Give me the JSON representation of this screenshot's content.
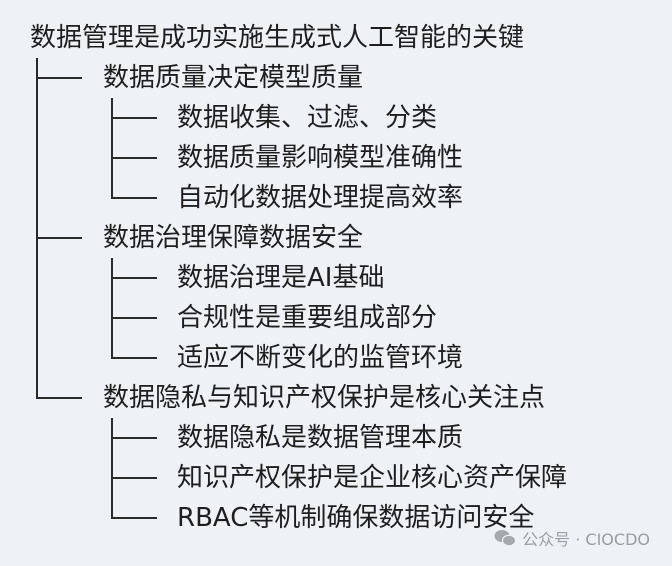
{
  "title": "数据管理是成功实施生成式人工智能的关键",
  "branches": [
    {
      "label": "数据质量决定模型质量",
      "children": [
        "数据收集、过滤、分类",
        "数据质量影响模型准确性",
        "自动化数据处理提高效率"
      ]
    },
    {
      "label": "数据治理保障数据安全",
      "children": [
        "数据治理是AI基础",
        "合规性是重要组成部分",
        "适应不断变化的监管环境"
      ]
    },
    {
      "label": "数据隐私与知识产权保护是核心关注点",
      "children": [
        "数据隐私是数据管理本质",
        "知识产权保护是企业核心资产保障",
        "RBAC等机制确保数据访问安全"
      ]
    }
  ],
  "watermark": {
    "icon": "wechat-icon",
    "text": "公众号 · CIOCDO"
  }
}
